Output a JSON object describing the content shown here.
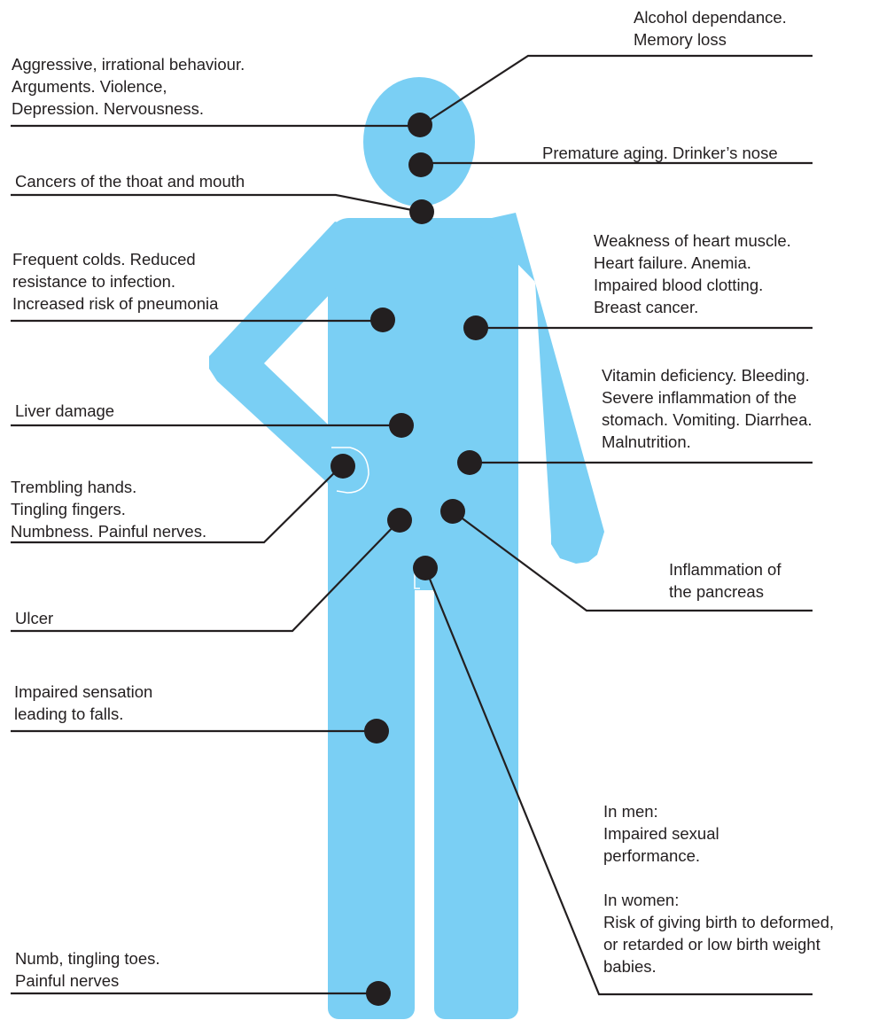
{
  "figure": {
    "body_color": "#7acff4",
    "marker_color": "#231f20",
    "line_color": "#231f20"
  },
  "labels": {
    "alcohol": [
      "Alcohol dependance.",
      "Memory loss"
    ],
    "behaviour": [
      "Aggressive, irrational behaviour.",
      "Arguments. Violence,",
      "Depression. Nervousness."
    ],
    "aging": [
      "Premature aging.  Drinker’s nose"
    ],
    "throat": [
      "Cancers of the thoat and mouth"
    ],
    "colds": [
      "Frequent colds. Reduced",
      "resistance to infection.",
      "Increased risk of pneumonia"
    ],
    "heart": [
      "Weakness of heart muscle.",
      "Heart failure. Anemia.",
      "Impaired blood clotting.",
      "Breast cancer."
    ],
    "stomach": [
      "Vitamin deficiency. Bleeding.",
      "Severe inflammation of the",
      "stomach. Vomiting. Diarrhea.",
      "Malnutrition."
    ],
    "liver": [
      "Liver damage"
    ],
    "hands": [
      "Trembling hands.",
      "Tingling fingers.",
      "Numbness. Painful nerves."
    ],
    "pancreas": [
      "Inflammation of",
      "the pancreas"
    ],
    "ulcer": [
      "Ulcer"
    ],
    "sensation": [
      "Impaired sensation",
      "leading to falls."
    ],
    "reproduction": {
      "men_heading": "In men:",
      "men": [
        "Impaired sexual",
        "performance."
      ],
      "women_heading": "In women:",
      "women": [
        "Risk of giving birth to deformed,",
        "or retarded or low birth weight",
        "babies."
      ]
    },
    "toes": [
      "Numb, tingling toes.",
      "Painful nerves"
    ]
  }
}
